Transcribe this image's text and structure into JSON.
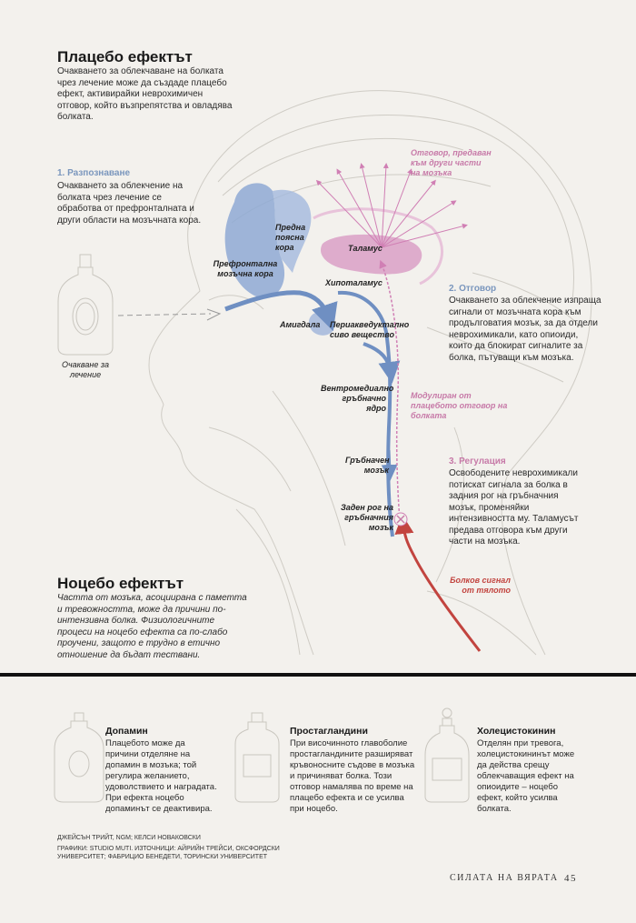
{
  "placebo": {
    "title": "Плацебо ефектът",
    "text": "Очакването за облекчаване на болката чрез лечение може да създаде плацебо ефект, активирайки неврохимичен отговор, който възпрепятства и овладява болката."
  },
  "step1": {
    "title": "1. Разпознаване",
    "text": "Очакването за облекчение на болката чрез лечение се обработва от префронталната и други области на мозъчната кора."
  },
  "bottle_caption": "Очакване за лечение",
  "labels": {
    "anterior_cingulate": "Предна поясна кора",
    "prefrontal": "Префронтална мозъчна кора",
    "thalamus": "Таламус",
    "hypothalamus": "Хипоталамус",
    "amygdala": "Амигдала",
    "pag": "Периаквeдуктално сиво вещество",
    "rvm": "Вентромедиално гръбначно ядро",
    "spinal_cord": "Гръбначен мозък",
    "dorsal_horn": "Заден рог на гръбначния мозък"
  },
  "response_to_brain": "Отговор, предаван към други части на мозъка",
  "step2": {
    "title": "2. Отговор",
    "text": "Очакването за облекчение изпраща сигнали от мозъчната кора към продълговатия мозък, за да отдели неврохимикали, като опиоиди, които да блокират сигналите за болка, пътуващи към мозъка."
  },
  "modulated": "Модулиран от плацебото отговор на болката",
  "step3": {
    "title": "3. Регулация",
    "text": "Освободените неврохимикали потискат сигнала за болка в задния рог на гръбначния мозък, променяйки интензивността му. Таламусът предава отговора към други части на мозъка."
  },
  "pain_signal": "Болков сигнал от тялото",
  "nocebo": {
    "title": "Ноцебо ефектът",
    "text": "Частта от мозъка, асоциирана с паметта и тревожността, може да причини по-интензивна болка. Физиологичните процеси на ноцебо ефекта са по-слабо проучени, защото е трудно в етично отношение да бъдат тествани."
  },
  "substances": [
    {
      "title": "Допамин",
      "text": "Плацебото може да причини отделяне на допамин в мозъка; той регулира желанието, удоволствието и наградата. При ефекта ноцебо допаминът се деактивира."
    },
    {
      "title": "Простагландини",
      "text": "При височинното главоболие простагландините разширяват кръвоносните съдове в мозъка и причиняват болка. Този отговор намалява по време на плацебо ефекта и се усилва при ноцебо."
    },
    {
      "title": "Холецистокинин",
      "text": "Отделян при тревога, холецистокининът може да действа срещу облекчаващия ефект на опиоидите – ноцебо ефект, който усилва болката."
    }
  ],
  "credits": {
    "line1": "ДЖЕЙСЪН ТРИЙТ, NGM; КЕЛСИ НОВАКОВСКИ",
    "line2": "ГРАФИКИ: STUDIO MUTI. ИЗТОЧНИЦИ: АЙРИЙН ТРЕЙСИ, ОКСФОРДСКИ УНИВЕРСИТЕТ; ФАБРИЦИО БЕНЕДЕТИ, ТОРИНСКИ УНИВЕРСИТЕТ"
  },
  "footer": {
    "section": "СИЛАТА НА ВЯРАТА",
    "page": "45"
  },
  "colors": {
    "cortex_blue": "#7a9ccf",
    "pathway_blue": "#6f8fc2",
    "thalamus_pink": "#d99ac4",
    "pain_red": "#c2443f",
    "line_gray": "#c9c6bf"
  }
}
